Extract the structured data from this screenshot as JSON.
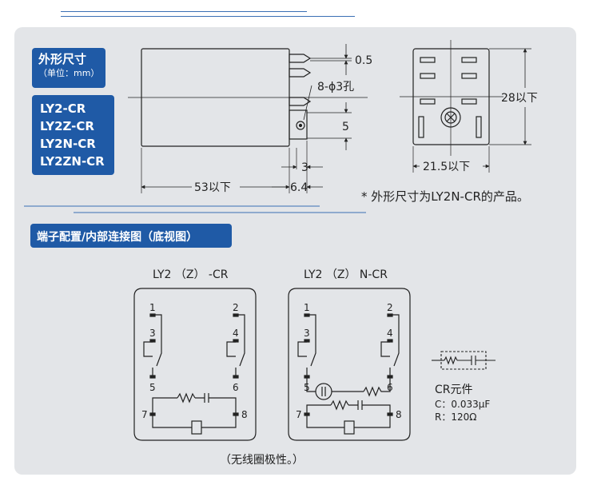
{
  "dimension_title": "外形尺寸",
  "dimension_unit": "（单位：mm）",
  "models": [
    "LY2-CR",
    "LY2Z-CR",
    "LY2N-CR",
    "LY2ZN-CR"
  ],
  "dims": {
    "pin_thickness": "0.5",
    "hole": "8-ϕ3孔",
    "pin_pitch": "5",
    "pin_offset": "3",
    "tab_length": "6.4",
    "body_length": "53以下",
    "height": "28以下",
    "width": "21.5以下"
  },
  "note": "* 外形尺寸为LY2N-CR的产品。",
  "terminal_title": "端子配置/内部连接图（底视图）",
  "diagram_left_title": "LY2 （Z） -CR",
  "diagram_right_title": "LY2 （Z） N-CR",
  "terminals": [
    "1",
    "2",
    "3",
    "4",
    "5",
    "6",
    "7",
    "8"
  ],
  "cr_title": "CR元件",
  "cr_c": "C：0.033μF",
  "cr_r": "R：120Ω",
  "footnote": "（无线圈极性。）",
  "colors": {
    "accent": "#1f5aa6",
    "panel": "#e3e5e8",
    "line": "#222222"
  }
}
